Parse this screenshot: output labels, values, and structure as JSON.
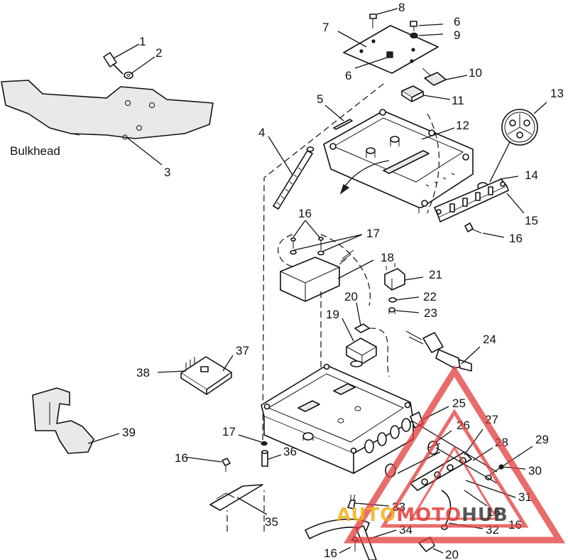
{
  "labels": {
    "bulkhead": "Bulkhead"
  },
  "callouts": [
    "1",
    "2",
    "3",
    "4",
    "5",
    "6",
    "6",
    "7",
    "8",
    "9",
    "10",
    "11",
    "12",
    "13",
    "14",
    "15",
    "16",
    "16",
    "16",
    "16",
    "16",
    "16",
    "17",
    "17",
    "18",
    "19",
    "20",
    "20",
    "21",
    "22",
    "23",
    "24",
    "25",
    "26",
    "27",
    "28",
    "29",
    "30",
    "31",
    "32",
    "33",
    "34",
    "35",
    "36",
    "37",
    "38",
    "39"
  ],
  "watermark": {
    "prefix": "AUTO",
    "middle": "MOTO",
    "suffix": "HUB",
    "color_red": "#e23b3b",
    "color_gold": "#f2b21a",
    "color_dark": "#3a3a3a"
  }
}
